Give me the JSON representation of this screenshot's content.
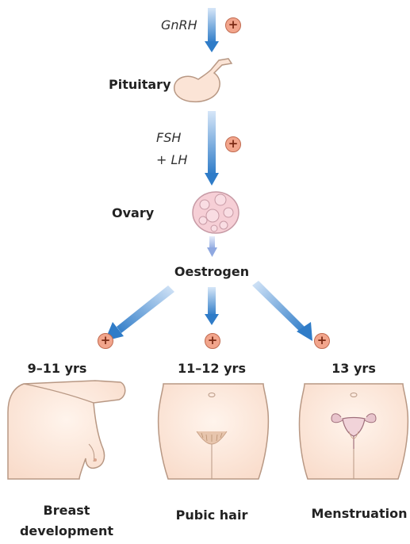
{
  "hormones": {
    "gnrh": "GnRH",
    "fsh": "FSH",
    "lh": "+ LH"
  },
  "organs": {
    "pituitary": "Pituitary",
    "ovary": "Ovary",
    "oestrogen": "Oestrogen"
  },
  "stimulation_symbol": "+",
  "stages": [
    {
      "age": "9–11 yrs",
      "name_line1": "Breast",
      "name_line2": "development"
    },
    {
      "age": "11–12 yrs",
      "name_line1": "Pubic hair"
    },
    {
      "age": "13 yrs",
      "name_line1": "Menstruation"
    }
  ],
  "colors": {
    "arrow_blue": "#2f7cc8",
    "arrow_light": "#a9c6ec",
    "plus_fill": "#f2a58c",
    "skin": "#fde9dc",
    "skin_outline": "#b89884",
    "ovary_fill": "#f6cfd6"
  }
}
